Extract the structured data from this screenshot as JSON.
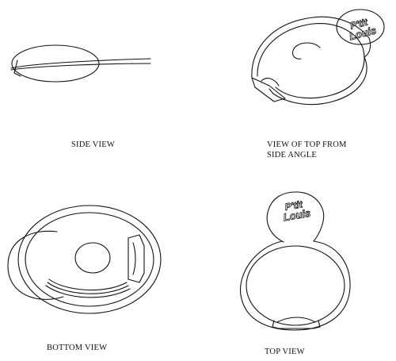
{
  "views": {
    "side": {
      "caption": "SIDE VIEW"
    },
    "top_side_angle": {
      "caption_line1": "VIEW OF TOP FROM",
      "caption_line2": "SIDE ANGLE"
    },
    "bottom": {
      "caption": "BOTTOM VIEW"
    },
    "top": {
      "caption": "TOP VIEW"
    }
  },
  "logo": {
    "line1": "P'tit",
    "line2": "Louis"
  },
  "colors": {
    "ink": "#111111",
    "paper": "#ffffff"
  }
}
